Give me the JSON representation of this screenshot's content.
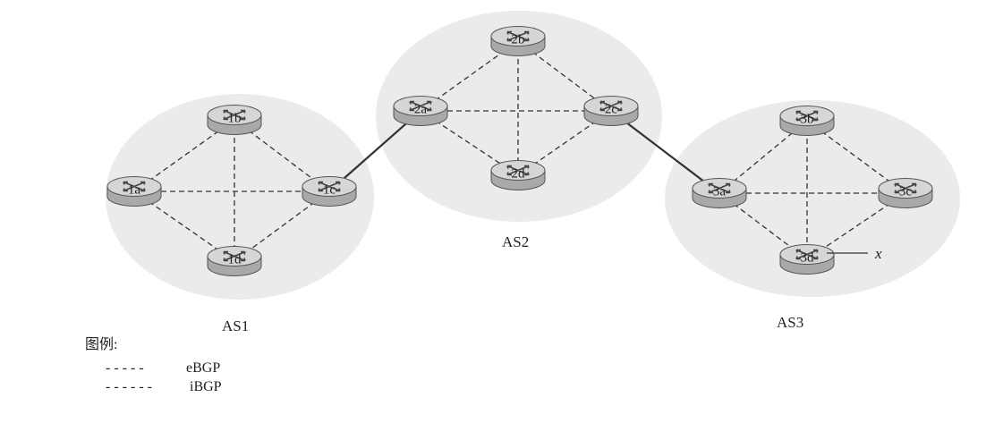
{
  "routers": [
    {
      "id": "1a",
      "label": "1a"
    },
    {
      "id": "1b",
      "label": "1b"
    },
    {
      "id": "1c",
      "label": "1c"
    },
    {
      "id": "1d",
      "label": "1d"
    },
    {
      "id": "2a",
      "label": "2a"
    },
    {
      "id": "2b",
      "label": "2b"
    },
    {
      "id": "2c",
      "label": "2c"
    },
    {
      "id": "2d",
      "label": "2d"
    },
    {
      "id": "3a",
      "label": "3a"
    },
    {
      "id": "3b",
      "label": "3b"
    },
    {
      "id": "3c",
      "label": "3c"
    },
    {
      "id": "3d",
      "label": "3d"
    }
  ],
  "autonomous_systems": [
    {
      "id": "AS1",
      "label": "AS1",
      "routers": [
        "1a",
        "1b",
        "1c",
        "1d"
      ]
    },
    {
      "id": "AS2",
      "label": "AS2",
      "routers": [
        "2a",
        "2b",
        "2c",
        "2d"
      ]
    },
    {
      "id": "AS3",
      "label": "AS3",
      "routers": [
        "3a",
        "3b",
        "3c",
        "3d"
      ]
    }
  ],
  "ebgp_links": [
    [
      "1c",
      "2a"
    ],
    [
      "2c",
      "3a"
    ]
  ],
  "ibgp_links": [
    [
      "1a",
      "1b"
    ],
    [
      "1a",
      "1c"
    ],
    [
      "1a",
      "1d"
    ],
    [
      "1b",
      "1c"
    ],
    [
      "1b",
      "1d"
    ],
    [
      "1c",
      "1d"
    ],
    [
      "2a",
      "2b"
    ],
    [
      "2a",
      "2c"
    ],
    [
      "2a",
      "2d"
    ],
    [
      "2b",
      "2c"
    ],
    [
      "2b",
      "2d"
    ],
    [
      "2c",
      "2d"
    ],
    [
      "3a",
      "3b"
    ],
    [
      "3a",
      "3c"
    ],
    [
      "3a",
      "3d"
    ],
    [
      "3b",
      "3c"
    ],
    [
      "3b",
      "3d"
    ],
    [
      "3c",
      "3d"
    ]
  ],
  "external_prefix": {
    "label": "x",
    "router": "3d"
  },
  "legend": {
    "title": "图例:",
    "items": [
      {
        "label": "eBGP",
        "dash": "- - - - -"
      },
      {
        "label": "iBGP",
        "dash": "- - - - - -"
      }
    ]
  },
  "colors": {
    "region": "#e9e9e9",
    "router_top": "#d6d6d6",
    "router_side": "#a9a9a9",
    "line": "#333333"
  }
}
